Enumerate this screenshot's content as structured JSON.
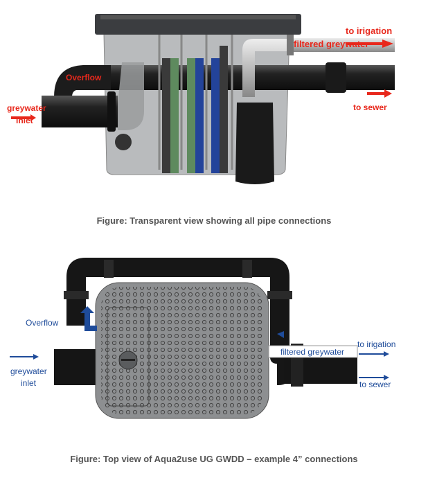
{
  "figure1": {
    "caption": "Figure: Transparent view showing all pipe connections",
    "labels": {
      "to_irigation": "to irigation",
      "filtered_greywater": "filtered greywater",
      "overflow": "Overflow",
      "greywater": "greywater",
      "inlet": "inlet",
      "to_sewer": "to sewer"
    },
    "colors": {
      "label": "#e8281c",
      "filter_green": "#5e8a5e",
      "filter_blue": "#23439a"
    }
  },
  "figure2": {
    "caption": "Figure: Top view of Aqua2use UG GWDD – example 4” connections",
    "labels": {
      "overflow": "Overflow",
      "greywater": "greywater",
      "inlet": "inlet",
      "to_irigation": "to irigation",
      "filtered_greywater": "filtered greywater",
      "to_sewer": "to sewer"
    },
    "colors": {
      "label": "#1f4c9a"
    }
  }
}
